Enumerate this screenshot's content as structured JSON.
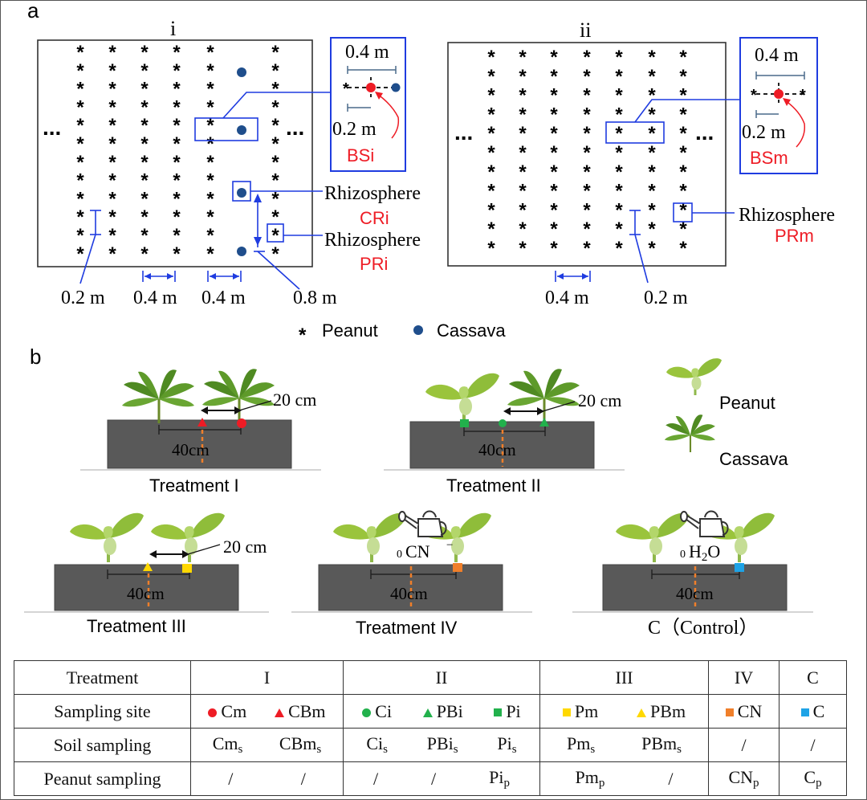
{
  "panel_a": {
    "label": "a",
    "sub_i": "i",
    "sub_ii": "ii",
    "ellipsis": "...",
    "peanut_symbol": "*",
    "inset_top_dim": "0.4 m",
    "inset_bottom_dim": "0.2 m",
    "bs_i": "BSi",
    "bs_m": "BSm",
    "rhizosphere": "Rhizosphere",
    "cri": "CRi",
    "pri": "PRi",
    "prm": "PRm",
    "dim_02": "0.2 m",
    "dim_04": "0.4 m",
    "dim_08": "0.8 m",
    "legend_peanut": "Peanut",
    "legend_cassava": "Cassava"
  },
  "panel_b": {
    "label": "b",
    "dist_20": "20 cm",
    "dist_40": "40cm",
    "treatment_1": "Treatment I",
    "treatment_2": "Treatment II",
    "treatment_3": "Treatment III",
    "treatment_4": "Treatment IV",
    "control": "C（Control）",
    "cn_label": "CN",
    "cn_sup": "−",
    "h2o_h": "H",
    "h2o_2": "2",
    "h2o_o": "O",
    "drop_glyph": "0",
    "legend_peanut": "Peanut",
    "legend_cassava": "Cassava"
  },
  "colors": {
    "blue": "#1f3ce0",
    "red": "#ee1c25",
    "green": "#22b14c",
    "yellow": "#ffd800",
    "orange": "#f07f2a",
    "cyan": "#1ea3e6",
    "cassava_dot": "#1f4e8c",
    "soil": "#595959"
  },
  "table": {
    "header_label": "Treatment",
    "col_I": "I",
    "col_II": "II",
    "col_III": "III",
    "col_IV": "IV",
    "col_C": "C",
    "row_site": "Sampling site",
    "row_soil": "Soil sampling",
    "row_peanut": "Peanut sampling",
    "sites": {
      "cm": "Cm",
      "cbm": "CBm",
      "ci": "Ci",
      "pbi": "PBi",
      "pi": "Pi",
      "pm": "Pm",
      "pbm": "PBm",
      "cn": "CN",
      "c": "C"
    },
    "soil": {
      "cm": "Cm",
      "cbm": "CBm",
      "ci": "Ci",
      "pbi": "PBi",
      "pi": "Pi",
      "pm": "Pm",
      "pbm": "PBm",
      "iv": "/",
      "c": "/",
      "sub": "s"
    },
    "peanut": {
      "cm": "/",
      "cbm": "/",
      "ci": "/",
      "pbi": "/",
      "pi": "Pi",
      "pm": "Pm",
      "pbm": "/",
      "cn": "CN",
      "c": "C",
      "sub": "p"
    }
  }
}
